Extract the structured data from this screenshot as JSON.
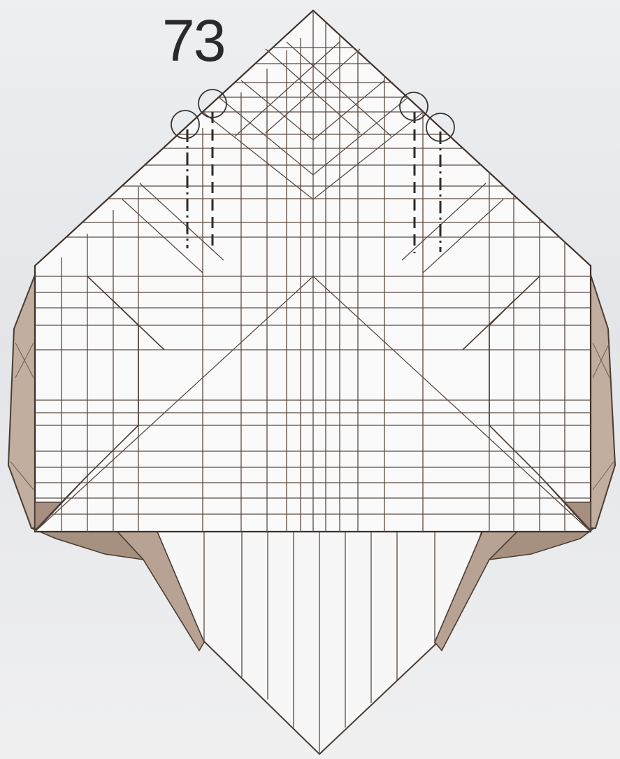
{
  "step": {
    "number": "73"
  },
  "colors": {
    "background": "#e9eaec",
    "paper_white": "#fbfbfb",
    "paper_back": "#c9b7a8",
    "paper_shadow": "#9a8576",
    "crease_line": "#5a4a40",
    "outline": "#4a3c33",
    "dash_line": "#333333"
  },
  "symbols": {
    "reference_circle_count": 4,
    "fold_mark_style": "dashed and dash-dot vertical lines"
  }
}
